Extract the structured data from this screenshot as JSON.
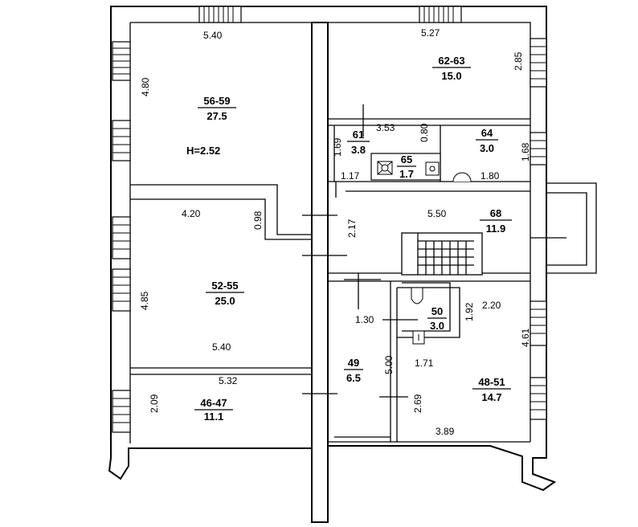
{
  "rooms": [
    {
      "id": "56-59",
      "area": "27.5"
    },
    {
      "id": "62-63",
      "area": "15.0"
    },
    {
      "id": "61",
      "area": "3.8"
    },
    {
      "id": "64",
      "area": "3.0"
    },
    {
      "id": "65",
      "area": "1.7"
    },
    {
      "id": "68",
      "area": "11.9"
    },
    {
      "id": "52-55",
      "area": "25.0"
    },
    {
      "id": "50",
      "area": "3.0"
    },
    {
      "id": "49",
      "area": "6.5"
    },
    {
      "id": "48-51",
      "area": "14.7"
    },
    {
      "id": "46-47",
      "area": "11.1"
    }
  ],
  "height_label": "H=2.52",
  "dims": {
    "d_5_40_top": "5.40",
    "d_4_80": "4.80",
    "d_5_27": "5.27",
    "d_2_85": "2.85",
    "d_3_53": "3.53",
    "d_0_80": "0.80",
    "d_1_69": "1.69",
    "d_1_68": "1.68",
    "d_1_17": "1.17",
    "d_1_80": "1.80",
    "d_4_20": "4.20",
    "d_0_98": "0.98",
    "d_2_17": "2.17",
    "d_5_50": "5.50",
    "d_4_85": "4.85",
    "d_1_92": "1.92",
    "d_2_20": "2.20",
    "d_1_30": "1.30",
    "d_4_61": "4.61",
    "d_5_40_mid": "5.40",
    "d_5_00": "5.00",
    "d_1_71": "1.71",
    "d_5_32": "5.32",
    "d_2_09": "2.09",
    "d_2_69": "2.69",
    "d_3_89": "3.89"
  }
}
